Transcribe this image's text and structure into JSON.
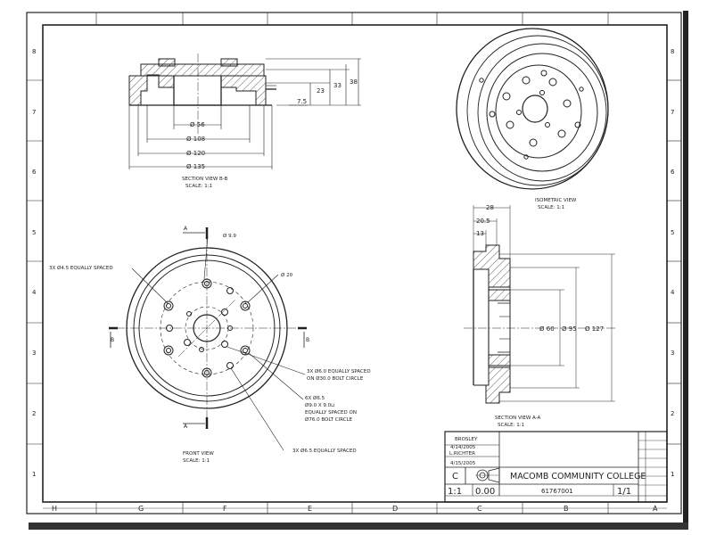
{
  "border": {
    "columns_bottom": [
      "H",
      "G",
      "F",
      "E",
      "D",
      "C",
      "B",
      "A"
    ],
    "rows_left": [
      "8",
      "7",
      "6",
      "5",
      "4",
      "3",
      "2",
      "1"
    ],
    "rows_right": [
      "8",
      "7",
      "6",
      "5",
      "4",
      "3",
      "2",
      "1"
    ]
  },
  "section_bb": {
    "title": "SECTION VIEW B-B",
    "scale": "SCALE: 1:1",
    "dims": {
      "d56": "Ø 56",
      "d108": "Ø 108",
      "d120": "Ø 120",
      "d135": "Ø 135",
      "h7_5": "7.5",
      "h23": "23",
      "h33": "33",
      "h38": "38"
    }
  },
  "isometric": {
    "title": "ISOMETRIC VIEW",
    "scale": "SCALE: 1:1"
  },
  "front_view": {
    "title": "FRONT VIEW",
    "scale": "SCALE: 1:1",
    "callouts": {
      "c1": "3X Ø4.5 EQUALLY SPACED",
      "c2": "Ø 9.9",
      "c3": "Ø 20",
      "c4a": "3X Ø6.0 EQUALLY SPACED",
      "c4b": "ON Ø30.0 BOLT CIRCLE",
      "c5a": "6X Ø6.5",
      "c5b": "Ø9.0 X 9.0⊔",
      "c5c": "EQUALLY SPACED ON",
      "c5d": "Ø76.0 BOLT CIRCLE",
      "c6": "3X Ø6.5 EQUALLY SPACED"
    },
    "cut_labels": {
      "a": "A",
      "b": "B"
    }
  },
  "section_aa": {
    "title": "SECTION VIEW A-A",
    "scale": "SCALE: 1:1",
    "dims": {
      "w28": "28",
      "w20_5": "20.5",
      "w13": "13",
      "d60": "Ø 60",
      "d95": "Ø 95",
      "d127": "Ø 127"
    }
  },
  "title_block": {
    "drawn_by": "BROSLEY",
    "drawn_date": "4/14/2005",
    "checked_by": "L.RICHTER",
    "checked_date": "4/15/2005",
    "size": "C",
    "company": "MACOMB COMMUNITY COLLEGE",
    "scale": "1:1",
    "weight": "0.00",
    "dwg_no": "61767001",
    "sheet": "1/1"
  }
}
